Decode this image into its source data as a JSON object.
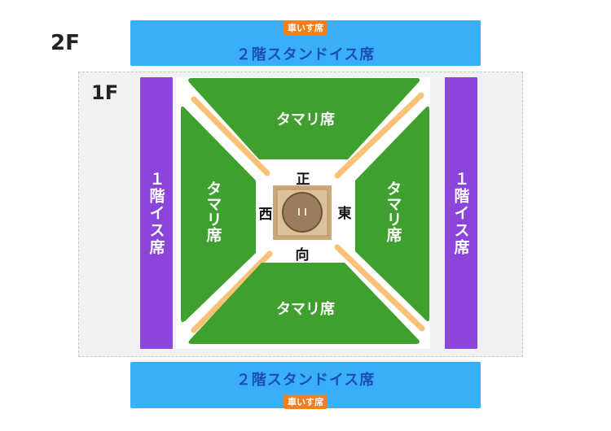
{
  "floors": {
    "upper": "2F",
    "lower": "1F"
  },
  "wheelchair_badge": "車いす席",
  "stand_label": "２階スタンドイス席",
  "side_seat_label": "１階イス席",
  "tamari_label": "タマリ席",
  "directions": {
    "north": "正",
    "south": "向",
    "west": "西",
    "east": "東"
  },
  "colors": {
    "stand_blue": "#3aaef6",
    "stand_text": "#1a4fb5",
    "wheelchair_orange": "#f07f1c",
    "side_purple": "#8b45db",
    "tamari_green": "#3f9f2f",
    "aisle_orange": "#f9c175",
    "ring_tan": "#c9a97a",
    "dohyo_brown": "#9a7d5e"
  }
}
